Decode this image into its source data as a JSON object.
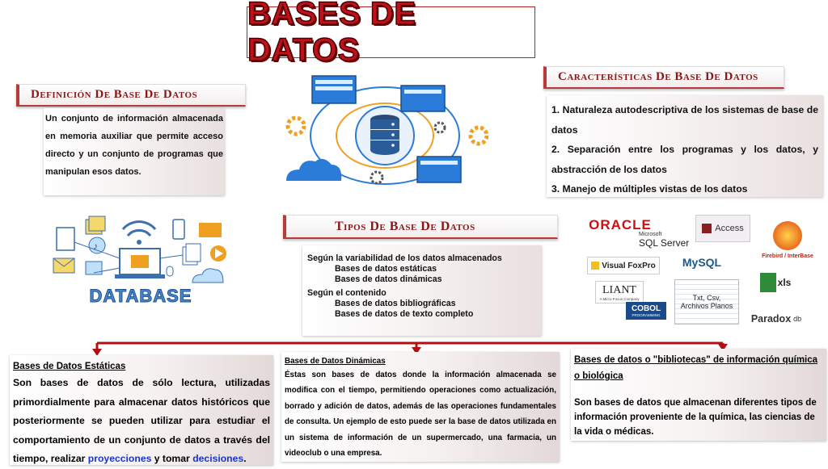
{
  "title": "BASES DE DATOS",
  "definicion": {
    "heading": "Definición De Base De Datos",
    "text": "Un conjunto de información almacenada en memoria auxiliar que permite acceso directo y un conjunto de programas que manipulan esos datos."
  },
  "caracteristicas": {
    "heading": "Características De Base De Datos",
    "items": [
      "1. Naturaleza autodescriptiva de los sistemas de base de datos",
      "2. Separación entre los programas y los datos, y abstracción de los datos",
      "3. Manejo de múltiples vistas de los datos"
    ]
  },
  "tipos": {
    "heading": "Tipos De Base De Datos",
    "group1": "Según la variabilidad de los datos almacenados",
    "group1_items": [
      "Bases de datos estáticas",
      "Bases de datos dinámicas"
    ],
    "group2": "Según el contenido",
    "group2_items": [
      "Bases de datos bibliográficas",
      "Bases de datos de texto completo"
    ]
  },
  "database_label": "DATABASE",
  "logos": {
    "oracle": "ORACLE",
    "microsoft": "Microsoft",
    "sqlserver": "SQL Server",
    "access": "Access",
    "firebird": "Firebird / InterBase",
    "foxpro": "Visual FoxPro",
    "mysql": "MySQL",
    "liant": "LIANT",
    "liant_sub": "A Micro Focus Company",
    "cobol": "COBOL",
    "cobol_sub": "PROGRAMMING",
    "txt": "Txt, Csv,",
    "archivos": "Archivos Planos",
    "xls": "xls",
    "paradox": "Paradox",
    "paradox_db": "db"
  },
  "estaticas": {
    "title": "Bases de Datos Estáticas",
    "text": "Son bases de datos de sólo lectura, utilizadas primordialmente para almacenar datos históricos que posteriormente se pueden utilizar para estudiar el comportamiento de un conjunto de datos a través del tiempo, realizar ",
    "link1": "proyecciones",
    "mid": " y tomar ",
    "link2": "decisiones",
    "end": "."
  },
  "dinamicas": {
    "title": "Bases de Datos Dinámicas",
    "text": "Éstas son bases de datos donde la información almacenada se modifica con el tiempo, permitiendo operaciones como actualización, borrado y adición de datos, además de las operaciones fundamentales de consulta. Un ejemplo de esto puede ser la base de datos utilizada en un sistema de información de un supermercado, una farmacia, un videoclub o una empresa."
  },
  "bibliotecas": {
    "title": "Bases de datos o \"bibliotecas\" de información química o biológica",
    "text": "Son bases de datos que almacenan diferentes tipos de información proveniente de la química, las ciencias de la vida o médicas."
  },
  "colors": {
    "title_red": "#c0101a",
    "banner_red": "#8b1515",
    "arrow_red": "#b01010",
    "link_blue": "#1a33cc",
    "icon_blue": "#2b7bd8"
  }
}
